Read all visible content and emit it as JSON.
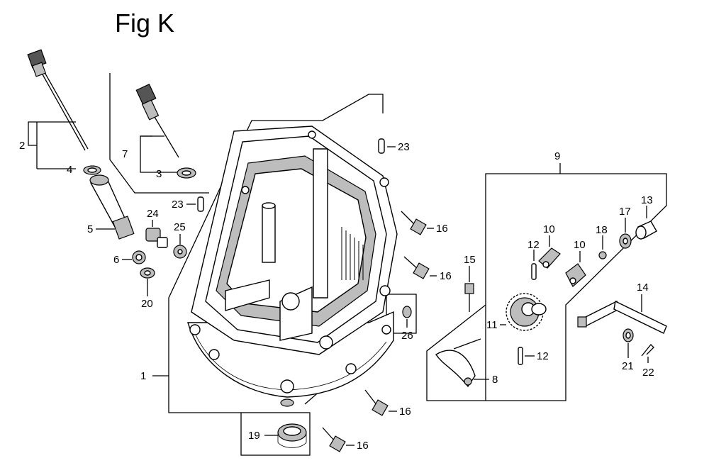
{
  "title": "Fig K",
  "labels": {
    "l1": "1",
    "l2": "2",
    "l3": "3",
    "l4": "4",
    "l5": "5",
    "l6": "6",
    "l7": "7",
    "l8": "8",
    "l9": "9",
    "l10a": "10",
    "l10b": "10",
    "l11": "11",
    "l12a": "12",
    "l12b": "12",
    "l13": "13",
    "l14": "14",
    "l15": "15",
    "l16a": "16",
    "l16b": "16",
    "l16c": "16",
    "l16d": "16",
    "l17": "17",
    "l18": "18",
    "l19": "19",
    "l20": "20",
    "l21": "21",
    "l22": "22",
    "l23a": "23",
    "l23b": "23",
    "l24": "24",
    "l25": "25",
    "l26": "26"
  }
}
